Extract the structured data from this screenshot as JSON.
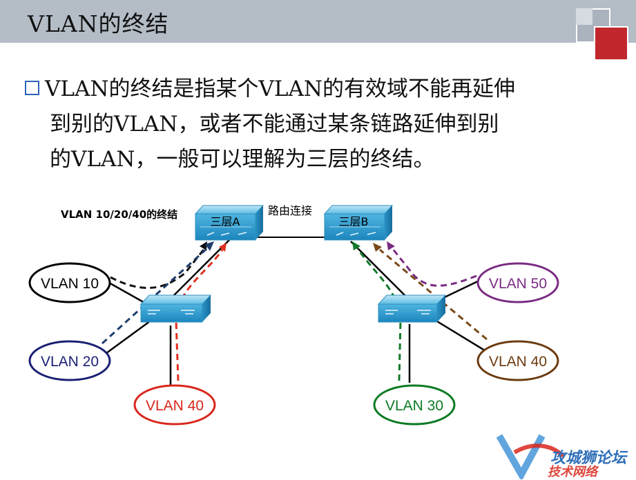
{
  "slide": {
    "title": "VLAN的终结",
    "bullet_lines": [
      "VLAN的终结是指某个VLAN的有效域不能再延伸",
      "到别的VLAN，或者不能通过某条链路延伸到别",
      "的VLAN，一般可以理解为三层的终结。"
    ]
  },
  "diagram": {
    "annotation": "VLAN 10/20/40的终结",
    "link_label": "路由连接",
    "switch_a_label": "三层A",
    "switch_b_label": "三层B",
    "vlans": {
      "left_10": {
        "label": "VLAN 10",
        "color": "#000000"
      },
      "left_20": {
        "label": "VLAN 20",
        "color": "#1a1f73"
      },
      "left_40": {
        "label": "VLAN 40",
        "color": "#d9261c"
      },
      "right_50": {
        "label": "VLAN 50",
        "color": "#7a2b83"
      },
      "right_40": {
        "label": "VLAN 40",
        "color": "#6b3b10"
      },
      "right_30": {
        "label": "VLAN 30",
        "color": "#0b7a22"
      }
    },
    "flow_colors": {
      "left_black": "#111111",
      "left_navy": "#1f3e6e",
      "left_red": "#e0301e",
      "right_purple": "#7a2b83",
      "right_brown": "#7a4a1a",
      "right_green": "#137a2a"
    }
  },
  "watermark": {
    "line1": "攻城狮论坛",
    "line2": "技术网络"
  },
  "colors": {
    "title_bar": "#b4bcc6",
    "switch_fill": "#33a3d6",
    "bullet": "#2f63b5"
  }
}
